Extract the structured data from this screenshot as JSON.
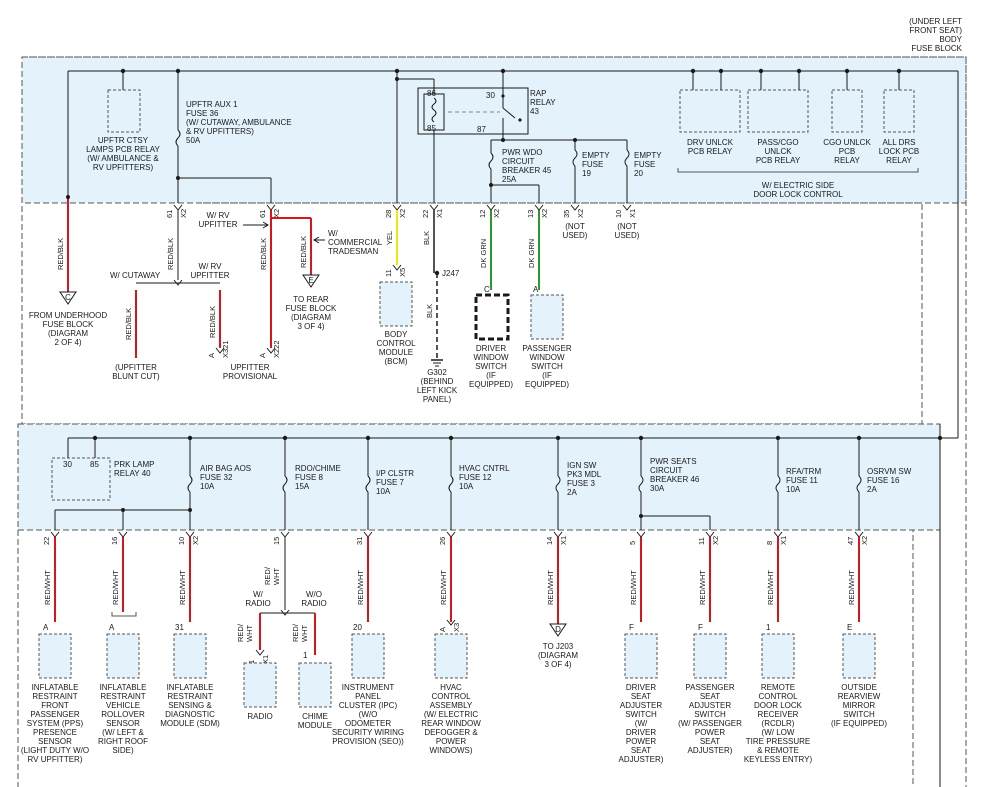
{
  "colors": {
    "panel_fill": "#e3f2fb",
    "wire_red": "#d9141b",
    "wire_yellow": "#f2e40c",
    "wire_green": "#2a9b2a",
    "wire_black": "#1a1a1a",
    "dashed": "#555555"
  },
  "header": {
    "title": [
      "(UNDER LEFT",
      "FRONT SEAT)",
      "BODY",
      "FUSE BLOCK"
    ]
  },
  "top": {
    "upftr_ctsy": [
      "UPFTR CTSY",
      "LAMPS PCB RELAY",
      "(W/ AMBULANCE &",
      "RV UPFITTERS)"
    ],
    "upftr_aux": [
      "UPFTR AUX 1",
      "FUSE 36",
      "(W/ CUTAWAY, AMBULANCE",
      "& RV UPFITTERS)",
      "50A"
    ],
    "rap_relay": [
      "RAP",
      "RELAY",
      "43"
    ],
    "relay_pins": {
      "p86": "86",
      "p85": "85",
      "p30": "30",
      "p87": "87"
    },
    "pwr_wdo": [
      "PWR WDO",
      "CIRCUIT",
      "BREAKER 45",
      "25A"
    ],
    "empty19": [
      "EMPTY",
      "FUSE",
      "19"
    ],
    "empty20": [
      "EMPTY",
      "FUSE",
      "20"
    ],
    "drv_unlck": [
      "DRV UNLCK",
      "PCB RELAY"
    ],
    "pass_cgo": [
      "PASS/CGO",
      "UNLCK",
      "PCB RELAY"
    ],
    "cgo_unlck": [
      "CGO UNLCK",
      "PCB",
      "RELAY"
    ],
    "all_drs": [
      "ALL DRS",
      "LOCK PCB",
      "RELAY"
    ],
    "elec_side": [
      "W/ ELECTRIC SIDE",
      "DOOR LOCK CONTROL"
    ],
    "from_underhood": [
      "FROM UNDERHOOD",
      "FUSE BLOCK",
      "(DIAGRAM",
      "2 OF 4)"
    ],
    "w_cutaway": "W/ CUTAWAY",
    "w_rv_upfitter": [
      "W/ RV",
      "UPFITTER"
    ],
    "w_rv_upfitter2": [
      "W/ RV",
      "UPFITTER"
    ],
    "w_commercial": [
      "W/",
      "COMMERCIAL",
      "TRADESMAN"
    ],
    "upfitter_blunt": [
      "(UPFITTER",
      "BLUNT CUT)"
    ],
    "upfitter_prov": [
      "UPFITTER",
      "PROVISIONAL"
    ],
    "to_rear": [
      "TO REAR",
      "FUSE BLOCK",
      "(DIAGRAM",
      "3 OF 4)"
    ],
    "bcm": [
      "BODY",
      "CONTROL",
      "MODULE",
      "(BCM)"
    ],
    "g302": [
      "G302",
      "(BEHIND",
      "LEFT KICK",
      "PANEL)"
    ],
    "driver_win": [
      "DRIVER",
      "WINDOW",
      "SWITCH",
      "(IF",
      "EQUIPPED)"
    ],
    "pass_win": [
      "PASSENGER",
      "WINDOW",
      "SWITCH",
      "(IF",
      "EQUIPPED)"
    ],
    "not_used": [
      "(NOT",
      "USED)"
    ],
    "j247": "J247",
    "wire_labels": {
      "red_blk": "RED/BLK",
      "yel": "YEL",
      "blk": "BLK",
      "dk_grn": "DK GRN"
    },
    "pins": {
      "p61a": "61",
      "x2a": "X2",
      "p61b": "61",
      "x2b": "X2",
      "p28": "28",
      "x2c": "X2",
      "p22": "22",
      "x1a": "X1",
      "p12": "12",
      "x2d": "X2",
      "p13": "13",
      "x2e": "X2",
      "p35": "35",
      "x2f": "X2",
      "p10": "10",
      "x1b": "X1",
      "p11": "11",
      "x5": "X5",
      "c": "C",
      "a": "A",
      "e": "E",
      "a321": "A",
      "x321": "X321",
      "a222": "A",
      "x222": "X222",
      "cc": "C"
    }
  },
  "bottom": {
    "prk_lamp": [
      "PRK LAMP",
      "RELAY 40"
    ],
    "prk_pins": {
      "p30": "30",
      "p85": "85"
    },
    "air_bag": [
      "AIR BAG AOS",
      "FUSE 32",
      "10A"
    ],
    "rdo_chime": [
      "RDO/CHIME",
      "FUSE 8",
      "15A"
    ],
    "ip_clstr": [
      "I/P CLSTR",
      "FUSE 7",
      "10A"
    ],
    "hvac_cntrl": [
      "HVAC CNTRL",
      "FUSE 12",
      "10A"
    ],
    "ign_sw": [
      "IGN SW",
      "PK3 MDL",
      "FUSE 3",
      "2A"
    ],
    "pwr_seats": [
      "PWR SEATS",
      "CIRCUIT",
      "BREAKER 46",
      "30A"
    ],
    "rfa_trm": [
      "RFA/TRM",
      "FUSE 11",
      "10A"
    ],
    "osrvm": [
      "OSRVM SW",
      "FUSE 16",
      "2A"
    ],
    "w_radio": [
      "W/",
      "RADIO"
    ],
    "wo_radio": [
      "W/O",
      "RADIO"
    ],
    "red_wht": "RED/WHT",
    "red_wht_a": [
      "RED/",
      "WHT"
    ],
    "components": {
      "pps": [
        "INFLATABLE",
        "RESTRAINT",
        "FRONT",
        "PASSENGER",
        "SYSTEM (PPS)",
        "PRESENCE",
        "SENSOR",
        "(LIGHT DUTY W/O",
        "RV UPFITTER)"
      ],
      "rollover": [
        "INFLATABLE",
        "RESTRAINT",
        "VEHICLE",
        "ROLLOVER",
        "SENSOR",
        "(W/ LEFT &",
        "RIGHT ROOF",
        "SIDE)"
      ],
      "sdm": [
        "INFLATABLE",
        "RESTRAINT",
        "SENSING &",
        "DIAGNOSTIC",
        "MODULE (SDM)"
      ],
      "radio": [
        "RADIO"
      ],
      "chime": [
        "CHIME",
        "MODULE"
      ],
      "ipc": [
        "INSTRUMENT",
        "PANEL",
        "CLUSTER (IPC)",
        "(W/O",
        "ODOMETER",
        "SECURITY WIRING",
        "PROVISION (SEO))"
      ],
      "hvac": [
        "HVAC",
        "CONTROL",
        "ASSEMBLY",
        "(W/ ELECTRIC",
        "REAR WINDOW",
        "DEFOGGER &",
        "POWER",
        "WINDOWS)"
      ],
      "to_j203": [
        "TO J203",
        "(DIAGRAM",
        "3 OF 4)"
      ],
      "drv_seat": [
        "DRIVER",
        "SEAT",
        "ADJUSTER",
        "SWITCH",
        "(W/",
        "DRIVER",
        "POWER",
        "SEAT",
        "ADJUSTER)"
      ],
      "pass_seat": [
        "PASSENGER",
        "SEAT",
        "ADJUSTER",
        "SWITCH",
        "(W/ PASSENGER",
        "POWER",
        "SEAT",
        "ADJUSTER)"
      ],
      "rcdlr": [
        "REMOTE",
        "CONTROL",
        "DOOR LOCK",
        "RECEIVER",
        "(RCDLR)",
        "(W/ LOW",
        "TIRE PRESSURE",
        "& REMOTE",
        "KEYLESS ENTRY)"
      ],
      "osrvm_sw": [
        "OUTSIDE",
        "REARVIEW",
        "MIRROR",
        "SWITCH",
        "(IF EQUIPPED)"
      ]
    },
    "pins": {
      "p22": "22",
      "p16": "16",
      "p10": "10",
      "x2a": "X2",
      "p15": "15",
      "p31": "31",
      "p26": "26",
      "p14": "14",
      "x1a": "X1",
      "p5": "5",
      "p11": "11",
      "x2b": "X2",
      "p8": "8",
      "x1b": "X1",
      "p47": "47",
      "x2c": "X2",
      "pa1": "A",
      "pa2": "A",
      "p31b": "31",
      "p1a": "1",
      "x1c": "X1",
      "p1b": "1",
      "p20": "20",
      "pa3": "A",
      "x3": "X3",
      "pd": "D",
      "pf1": "F",
      "pf2": "F",
      "p1c": "1",
      "pe": "E"
    }
  }
}
